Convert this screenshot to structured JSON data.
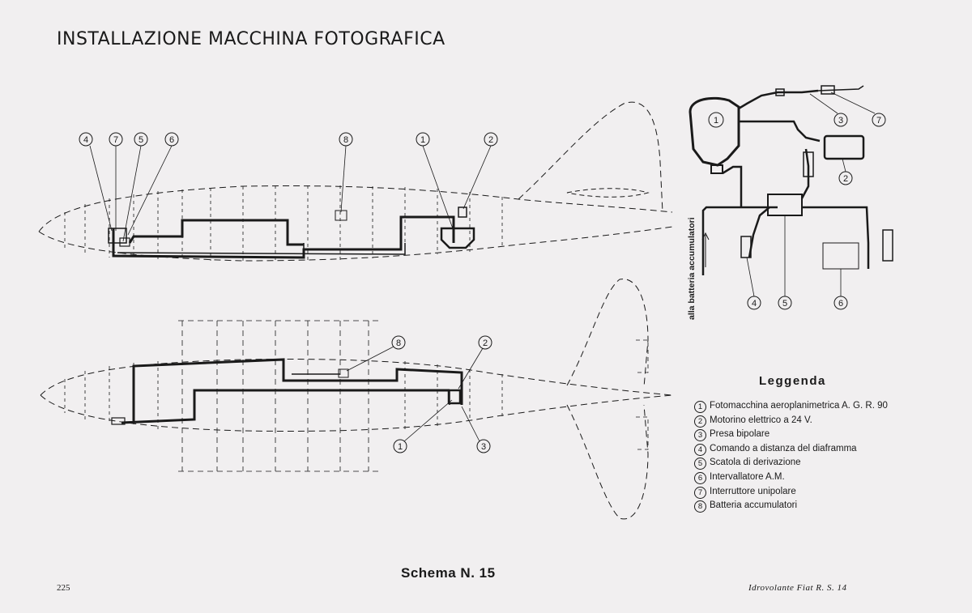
{
  "header": {
    "title": "INSTALLAZIONE MACCHINA FOTOGRAFICA"
  },
  "diagram": {
    "side_view_callouts": [
      "4",
      "7",
      "5",
      "6",
      "8",
      "1",
      "2"
    ],
    "top_view_callouts": [
      "8",
      "2",
      "1",
      "3"
    ],
    "wiring_callouts": [
      "1",
      "3",
      "7",
      "2",
      "4",
      "5",
      "6"
    ],
    "battery_label": "alla batteria accumulatori"
  },
  "legend": {
    "title": "Leggenda",
    "items": [
      {
        "num": "1",
        "text": "Fotomacchina aeroplanimetrica A. G. R. 90"
      },
      {
        "num": "2",
        "text": "Motorino elettrico a 24 V."
      },
      {
        "num": "3",
        "text": "Presa bipolare"
      },
      {
        "num": "4",
        "text": "Comando a distanza del diaframma"
      },
      {
        "num": "5",
        "text": "Scatola di derivazione"
      },
      {
        "num": "6",
        "text": "Intervallatore A.M."
      },
      {
        "num": "7",
        "text": "Interruttore unipolare"
      },
      {
        "num": "8",
        "text": "Batteria accumulatori"
      }
    ]
  },
  "footer": {
    "schema_title": "Schema N. 15",
    "page_number": "225",
    "note": "Idrovolante Fiat R. S. 14"
  },
  "colors": {
    "ink": "#1a1a1a",
    "paper": "#f1eff0"
  }
}
